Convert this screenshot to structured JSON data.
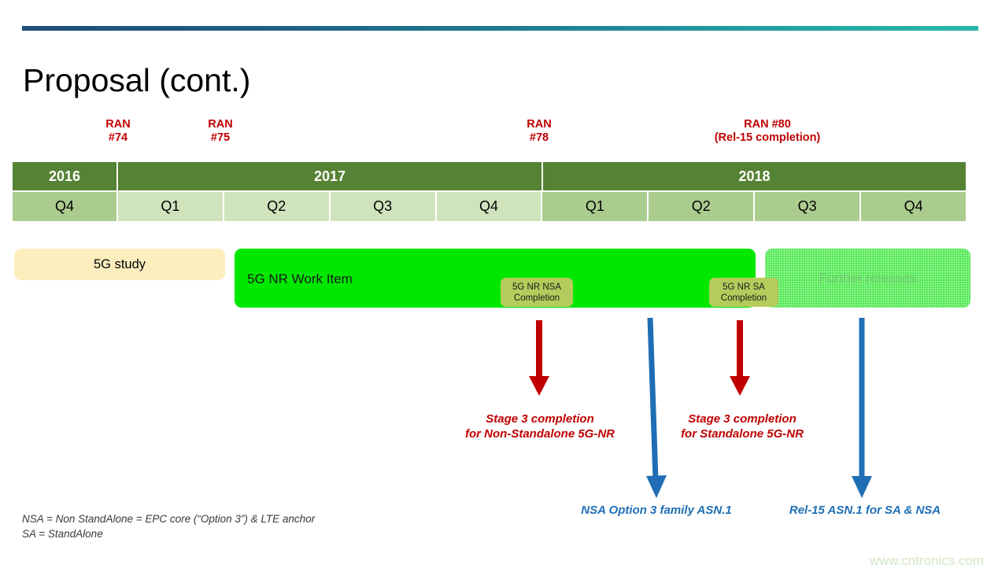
{
  "slide": {
    "title": "Proposal (cont.)",
    "watermark": "www.cntronics.com",
    "footnote": "NSA = Non StandAlone = EPC core (“Option 3”) & LTE anchor\nSA = StandAlone"
  },
  "ran_markers": [
    {
      "label": "RAN\n#74"
    },
    {
      "label": "RAN\n#75"
    },
    {
      "label": "RAN\n#78"
    },
    {
      "label": "RAN #80\n(Rel-15 completion)"
    }
  ],
  "timeline": {
    "years": [
      {
        "label": "2016",
        "quarters": 1
      },
      {
        "label": "2017",
        "quarters": 4
      },
      {
        "label": "2018",
        "quarters": 4
      }
    ],
    "quarters": [
      {
        "label": "Q4",
        "year": "2016",
        "shade": "dark"
      },
      {
        "label": "Q1",
        "year": "2017",
        "shade": "light"
      },
      {
        "label": "Q2",
        "year": "2017",
        "shade": "light"
      },
      {
        "label": "Q3",
        "year": "2017",
        "shade": "light"
      },
      {
        "label": "Q4",
        "year": "2017",
        "shade": "light"
      },
      {
        "label": "Q1",
        "year": "2018",
        "shade": "dark"
      },
      {
        "label": "Q2",
        "year": "2018",
        "shade": "dark"
      },
      {
        "label": "Q3",
        "year": "2018",
        "shade": "dark"
      },
      {
        "label": "Q4",
        "year": "2018",
        "shade": "dark"
      }
    ]
  },
  "bars": {
    "study": "5G study",
    "work_item": "5G NR Work Item",
    "future": "Further releases"
  },
  "milestones": [
    {
      "label": "5G NR NSA\nCompletion"
    },
    {
      "label": "5G NR SA\nCompletion"
    }
  ],
  "annotations": {
    "red": [
      "Stage 3 completion\nfor Non-Standalone 5G-NR",
      "Stage 3 completion\nfor Standalone 5G-NR"
    ],
    "blue": [
      "NSA Option 3  family ASN.1",
      "Rel-15 ASN.1 for SA & NSA"
    ]
  },
  "colors": {
    "accent_start": "#1f4e79",
    "accent_end": "#2bb7ab",
    "year_band": "#558234",
    "quarter_dark": "#abcc8f",
    "quarter_light": "#cfe3bd",
    "work_item": "#00e800",
    "future_release": "#4de94d",
    "study": "#fdeebe",
    "chip": "#b5cc5c",
    "red": "#c00000",
    "blue": "#1f6eb5",
    "watermark": "#d2e6c6"
  }
}
